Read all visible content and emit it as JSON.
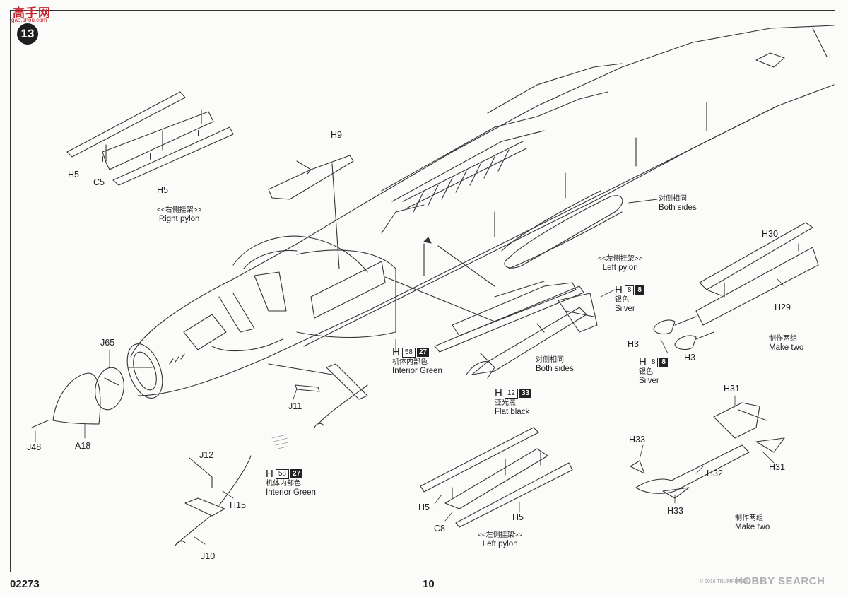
{
  "watermark": {
    "site_cn": "高手网",
    "site_url": "gao.shou.com"
  },
  "step_number": "13",
  "labels": {
    "H5_a": "H5",
    "C5": "C5",
    "H5_b": "H5",
    "H9": "H9",
    "J65": "J65",
    "J48": "J48",
    "A18": "A18",
    "J11": "J11",
    "J12": "J12",
    "H15": "H15",
    "J10": "J10",
    "H30": "H30",
    "H29": "H29",
    "H3_a": "H3",
    "H3_b": "H3",
    "H31_a": "H31",
    "H31_b": "H31",
    "H32": "H32",
    "H33_a": "H33",
    "H33_b": "H33",
    "H5_c": "H5",
    "C8": "C8",
    "H5_d": "H5"
  },
  "notes": {
    "right_pylon": {
      "cn": "<<右侧挂架>>",
      "en": "Right pylon"
    },
    "left_pylon_top": {
      "cn": "<<左侧挂架>>",
      "en": "Left pylon"
    },
    "left_pylon_bottom": {
      "cn": "<<左侧挂架>>",
      "en": "Left pylon"
    },
    "both_sides_a": {
      "cn": "对侧相同",
      "en": "Both sides"
    },
    "both_sides_b": {
      "cn": "对侧相同",
      "en": "Both sides"
    },
    "make_two_a": {
      "cn": "制作两组",
      "en": "Make two"
    },
    "make_two_b": {
      "cn": "制作两组",
      "en": "Make two"
    }
  },
  "paints": {
    "silver_a": {
      "letter": "H",
      "code1": "8",
      "code2": "8",
      "cn": "银色",
      "en": "Silver"
    },
    "silver_b": {
      "letter": "H",
      "code1": "8",
      "code2": "8",
      "cn": "银色",
      "en": "Silver"
    },
    "interior_green_a": {
      "letter": "H",
      "code1": "58",
      "code2": "27",
      "cn": "机体内部色",
      "en": "Interior Green"
    },
    "interior_green_b": {
      "letter": "H",
      "code1": "58",
      "code2": "27",
      "cn": "机体内部色",
      "en": "Interior Green"
    },
    "flat_black": {
      "letter": "H",
      "code1": "12",
      "code2": "33",
      "cn": "亚光黑",
      "en": "Flat black"
    }
  },
  "footer": {
    "kit_number": "02273",
    "page_number": "10",
    "source": "HOBBY SEARCH",
    "copyright": "© 2016 TRUMPETER"
  }
}
